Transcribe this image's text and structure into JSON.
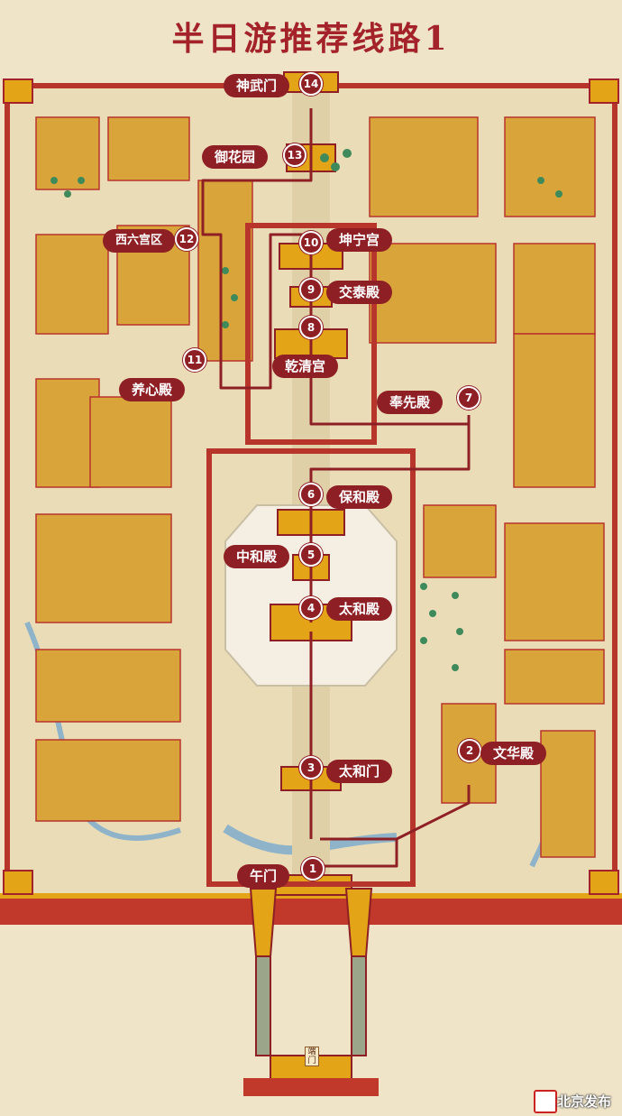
{
  "title": "半日游推荐线路1",
  "gate_label": "端门",
  "watermark": "北京发布",
  "colors": {
    "route": "#8e1f24",
    "wall": "#b8352c",
    "roof": "#e3a417",
    "ground": "#efe4c8",
    "tree": "#3f8a5a",
    "water": "#8fb3c9"
  },
  "stops": [
    {
      "num": "1",
      "name": "午门"
    },
    {
      "num": "2",
      "name": "文华殿"
    },
    {
      "num": "3",
      "name": "太和门"
    },
    {
      "num": "4",
      "name": "太和殿"
    },
    {
      "num": "5",
      "name": "中和殿"
    },
    {
      "num": "6",
      "name": "保和殿"
    },
    {
      "num": "7",
      "name": "奉先殿"
    },
    {
      "num": "8",
      "name": "乾清宫"
    },
    {
      "num": "9",
      "name": "交泰殿"
    },
    {
      "num": "10",
      "name": "坤宁宫"
    },
    {
      "num": "11",
      "name": "养心殿"
    },
    {
      "num": "12",
      "name": "西六宫区"
    },
    {
      "num": "13",
      "name": "御花园"
    },
    {
      "num": "14",
      "name": "神武门"
    }
  ]
}
